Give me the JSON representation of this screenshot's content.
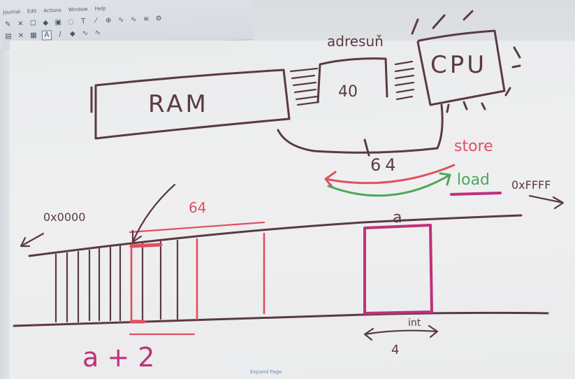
{
  "toolbar": {
    "menu": [
      "Journal",
      "Edit",
      "Actions",
      "Window",
      "Help"
    ],
    "tools_row1": [
      "pen-tool-icon",
      "eraser-icon",
      "select-icon",
      "shape-icon",
      "image-icon",
      "lasso-icon",
      "text-icon",
      "highlighter-icon",
      "zoom-icon"
    ],
    "tools_row2": [
      "new-page-icon",
      "delete-icon",
      "grid-icon",
      "text-tool-icon",
      "pen-icon",
      "eraser-tool-icon"
    ]
  },
  "board": {
    "ram_label": "RAM",
    "cpu_label": "CPU",
    "address_label": "adresuň",
    "address_width": "40",
    "data_width": "64",
    "store_label": "store",
    "load_label": "load",
    "addr_start": "0x0000",
    "addr_end": "0xFFFF",
    "cell_width": "64",
    "var_label": "a",
    "offset_label": "a + 2",
    "type_label": "int",
    "size_label": "4"
  },
  "colors": {
    "ink_dark": "#5a3a42",
    "ink_red": "#e0505e",
    "ink_pink": "#c0307a",
    "ink_green": "#4aa85a"
  },
  "footer": {
    "expand_label": "Expand Page"
  }
}
